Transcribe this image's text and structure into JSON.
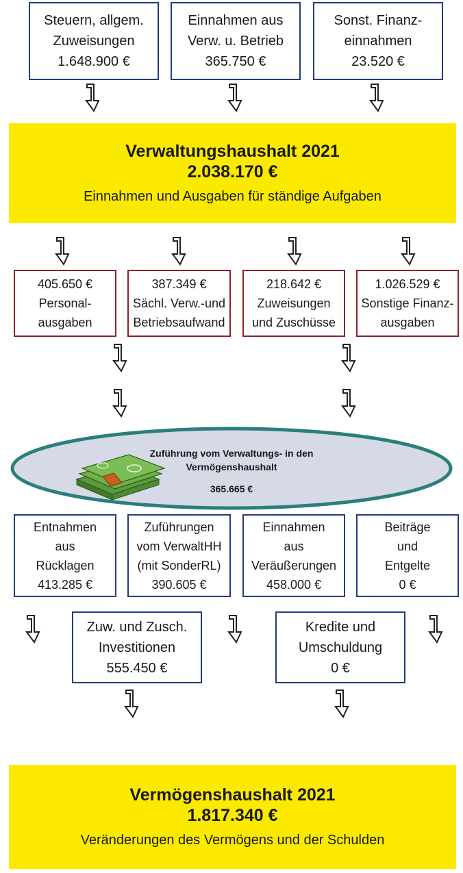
{
  "top_sources": [
    {
      "line1": "Steuern, allgem.",
      "line2": "Zuweisungen",
      "line3": "1.648.900 €"
    },
    {
      "line1": "Einnahmen aus",
      "line2": "Verw. u. Betrieb",
      "line3": "365.750 €"
    },
    {
      "line1": "Sonst. Finanz-",
      "line2": "einnahmen",
      "line3": "23.520 €"
    }
  ],
  "verwaltungshaushalt": {
    "title": "Verwaltungshaushalt 2021",
    "amount": "2.038.170 €",
    "subtitle": "Einnahmen und Ausgaben für ständige Aufgaben"
  },
  "expenses": [
    {
      "amount": "405.650 €",
      "line1": "Personal-",
      "line2": "ausgaben"
    },
    {
      "amount": "387.349 €",
      "line1": "Sächl. Verw.-und",
      "line2": "Betriebsaufwand"
    },
    {
      "amount": "218.642 €",
      "line1": "Zuweisungen",
      "line2": "und Zuschüsse"
    },
    {
      "amount": "1.026.529 €",
      "line1": "Sonstige Finanz-",
      "line2": "ausgaben"
    }
  ],
  "zufuehrung": {
    "line1": "Zuführung vom Verwaltungs- in den",
    "line2": "Vermögenshaushalt",
    "amount": "365.665 €"
  },
  "vermoegen_sources": [
    {
      "line1": "Entnahmen",
      "line2": "aus",
      "line3": "Rücklagen",
      "line4": "413.285 €"
    },
    {
      "line1": "Zuführungen",
      "line2": "vom VerwaltHH",
      "line3": "(mit SonderRL)",
      "line4": "390.605 €"
    },
    {
      "line1": "Einnahmen",
      "line2": "aus",
      "line3": "Veräußerungen",
      "line4": "458.000 €"
    },
    {
      "line1": "Beiträge",
      "line2": "und",
      "line3": "Entgelte",
      "line4": "0 €"
    }
  ],
  "lower_boxes": [
    {
      "line1": "Zuw. und Zusch.",
      "line2": "Investitionen",
      "line3": "555.450 €"
    },
    {
      "line1": "Kredite und",
      "line2": "Umschuldung",
      "line3": "0 €"
    }
  ],
  "vermoegenshaushalt": {
    "title": "Vermögenshaushalt 2021",
    "amount": "1.817.340 €",
    "subtitle": "Veränderungen des Vermögens und der Schulden"
  },
  "colors": {
    "banner": "#fbea00",
    "blue_border": "#233c7e",
    "red_border": "#8c2327",
    "ellipse_fill": "#d6d9e6",
    "ellipse_border": "#2a7f7c"
  }
}
